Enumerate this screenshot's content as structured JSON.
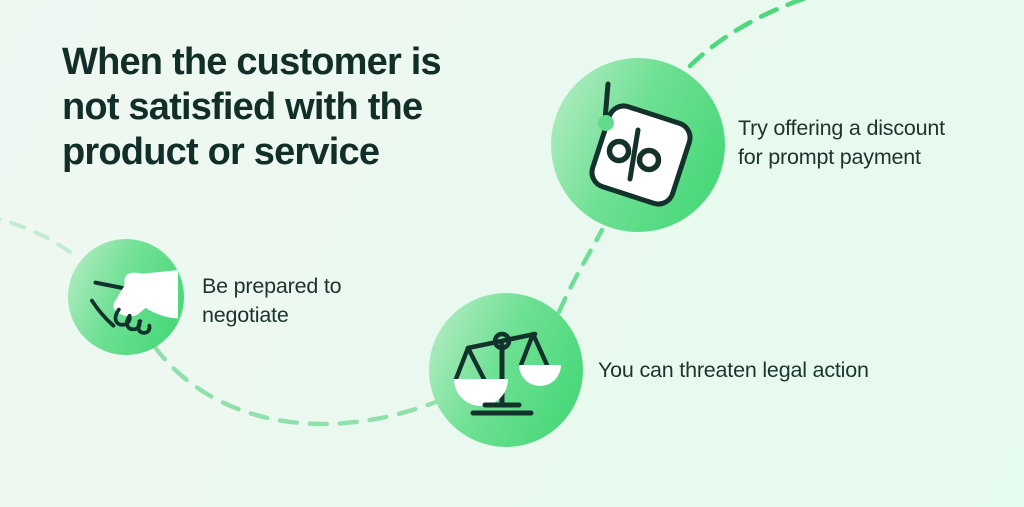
{
  "title": {
    "lines": [
      "When the customer is",
      "not satisfied with the",
      "product or service"
    ]
  },
  "steps": [
    {
      "id": "negotiate",
      "icon": "handshake-icon",
      "label_lines": [
        "Be prepared to",
        "negotiate"
      ]
    },
    {
      "id": "discount",
      "icon": "price-tag-percent-icon",
      "label_lines": [
        "Try offering a discount",
        "for prompt payment"
      ]
    },
    {
      "id": "legal",
      "icon": "scales-of-justice-icon",
      "label_lines": [
        "You can threaten legal action"
      ]
    }
  ],
  "colors": {
    "background_start": "#eff7f1",
    "background_end": "#e5fbed",
    "circle_start": "#bceec9",
    "circle_end": "#3ed672",
    "title_color": "#122e28",
    "label_color": "#1c342e",
    "icon_stroke": "#14322c",
    "icon_fill": "#ffffff",
    "tag_hole": "#62db8e",
    "dash_faint": "#c2ecd1",
    "dash_medium": "#8fe0ab",
    "dash_mid_strong": "#6edd96",
    "dash_strong": "#4fd87d"
  }
}
